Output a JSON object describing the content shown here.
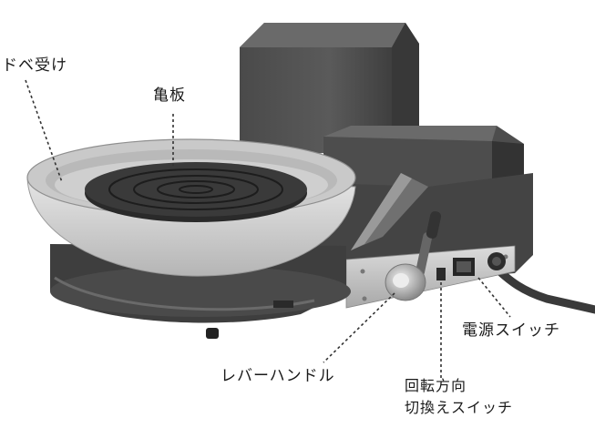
{
  "labels": {
    "splash_pan": "ドベ受け",
    "wheel_head": "亀板",
    "power_switch": "電源スイッチ",
    "lever_handle": "レバーハンドル",
    "direction_switch_line1": "回転方向",
    "direction_switch_line2": "切換えスイッチ"
  },
  "colors": {
    "body_dark": "#3c3c3c",
    "body_mid": "#555555",
    "body_light": "#6e6e6e",
    "panel_silver": "#c8c8c8",
    "pan_silver": "#d4d4d4",
    "wheel_black": "#2a2a2a",
    "leader_line": "#333333"
  }
}
